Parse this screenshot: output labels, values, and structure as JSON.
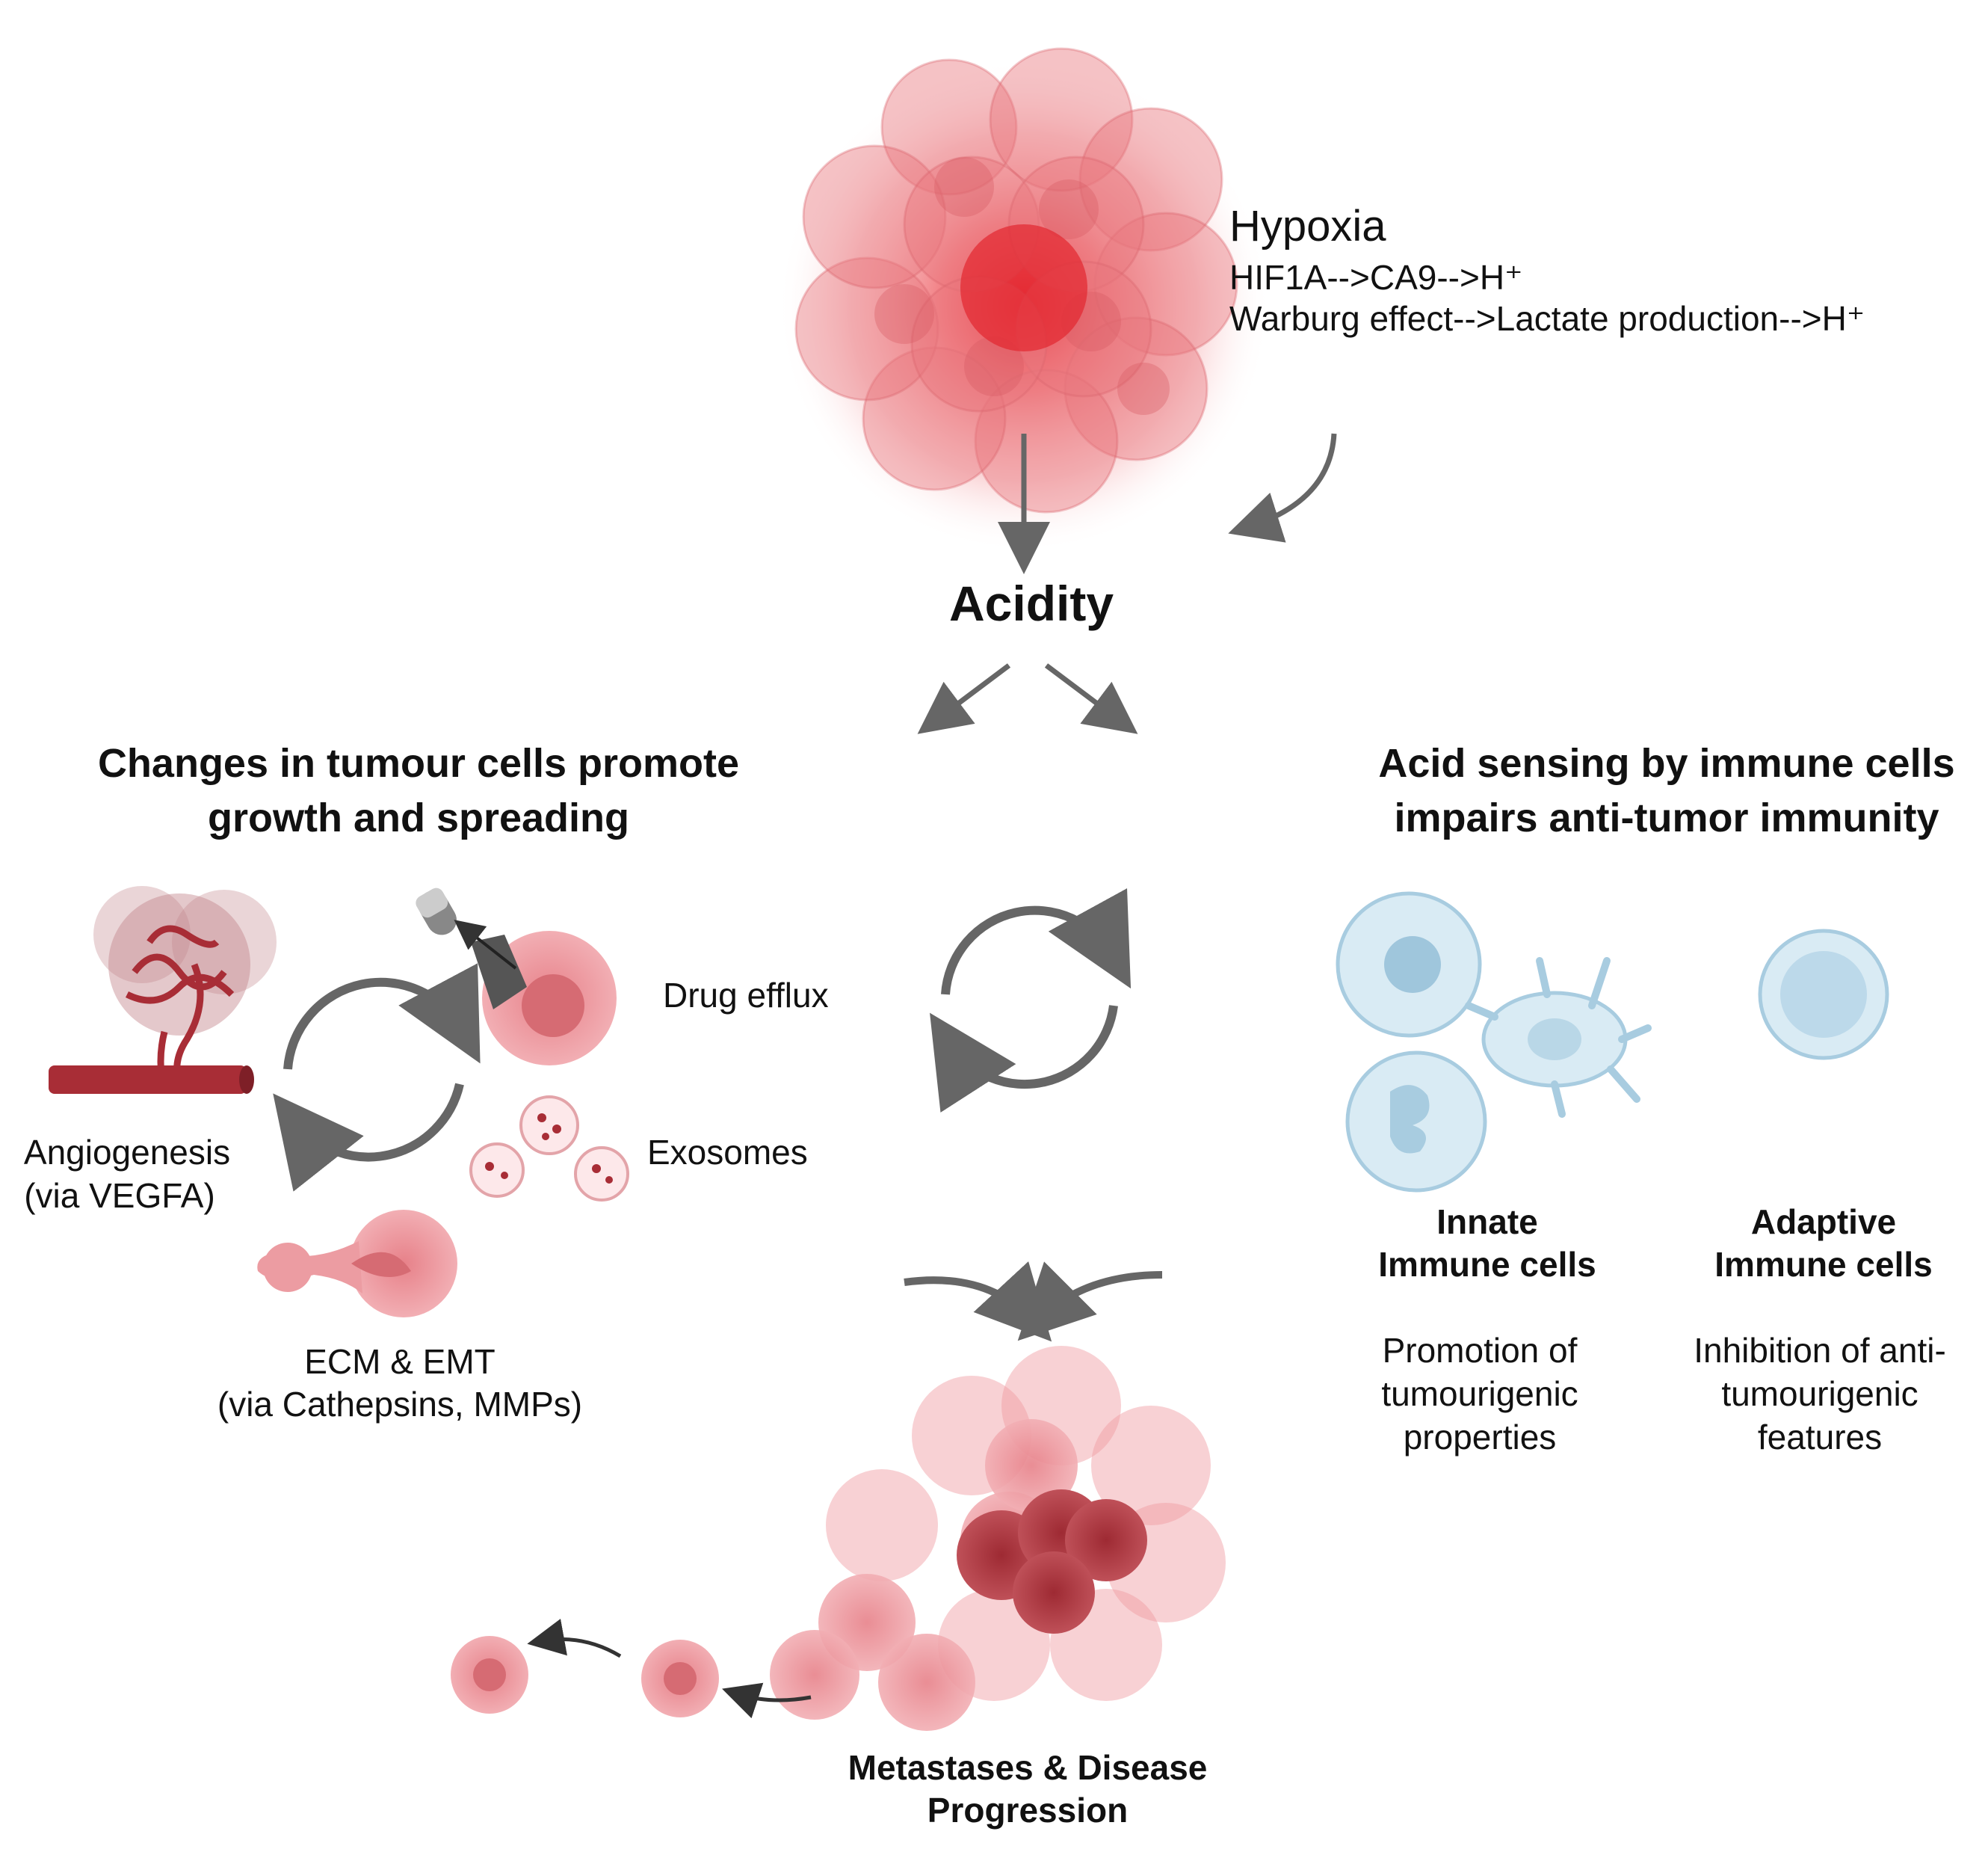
{
  "hypoxia": {
    "title": "Hypoxia",
    "line1": "HIF1A-->CA9-->H⁺",
    "line2": "Warburg effect-->Lactate production-->H⁺"
  },
  "acidity": "Acidity",
  "left_heading": {
    "line1": "Changes in tumour cells promote",
    "line2": "growth and spreading"
  },
  "right_heading": {
    "line1": "Acid sensing by immune cells",
    "line2": "impairs anti-tumor immunity"
  },
  "left_labels": {
    "angiogenesis_1": "Angiogenesis",
    "angiogenesis_2": "(via VEGFA)",
    "drug_efflux": "Drug efflux",
    "exosomes": "Exosomes",
    "ecm_1": "ECM &  EMT",
    "ecm_2": "(via Cathepsins, MMPs)"
  },
  "immune": {
    "innate_1": "Innate",
    "innate_2": "Immune cells",
    "adaptive_1": "Adaptive",
    "adaptive_2": "Immune cells",
    "innate_desc_1": "Promotion of",
    "innate_desc_2": "tumourigenic",
    "innate_desc_3": "properties",
    "adaptive_desc_1": "Inhibition of anti-",
    "adaptive_desc_2": "tumourigenic",
    "adaptive_desc_3": "features"
  },
  "metastases": {
    "line1": "Metastases & Disease",
    "line2": "Progression"
  },
  "colors": {
    "arrow": "#666666",
    "tumor": "#e8848c",
    "tumor_dark": "#b23a45",
    "immune": "#9fc6dc",
    "vessel": "#a82d36"
  }
}
